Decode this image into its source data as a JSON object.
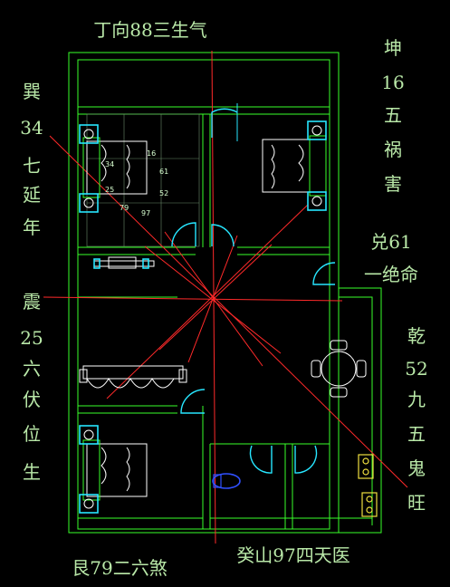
{
  "top_label": "丁向88三生气",
  "bottom_left_label": "艮79二六煞",
  "bottom_center_label": "癸山97四天医",
  "west_upper_label": [
    "巽",
    "34",
    "七",
    "延",
    "年"
  ],
  "west_lower_label": [
    "震",
    "25",
    "六",
    "伏",
    "位",
    "生"
  ],
  "east_upper_label": [
    "坤",
    "16",
    "五",
    "祸",
    "害"
  ],
  "east_middle_label": [
    "兑61",
    "一绝命"
  ],
  "east_lower_label": [
    "乾",
    "52",
    "九",
    "五",
    "鬼",
    "旺"
  ],
  "grid_numbers": [
    "16",
    "34",
    "61",
    "25",
    "52",
    "79",
    "97"
  ],
  "colors": {
    "wall": "#39ff2a",
    "furniture": "#ffffff",
    "door": "#27e6ff",
    "axis": "#ff2a2a",
    "text": "#b9e8a8",
    "background": "#000000"
  }
}
